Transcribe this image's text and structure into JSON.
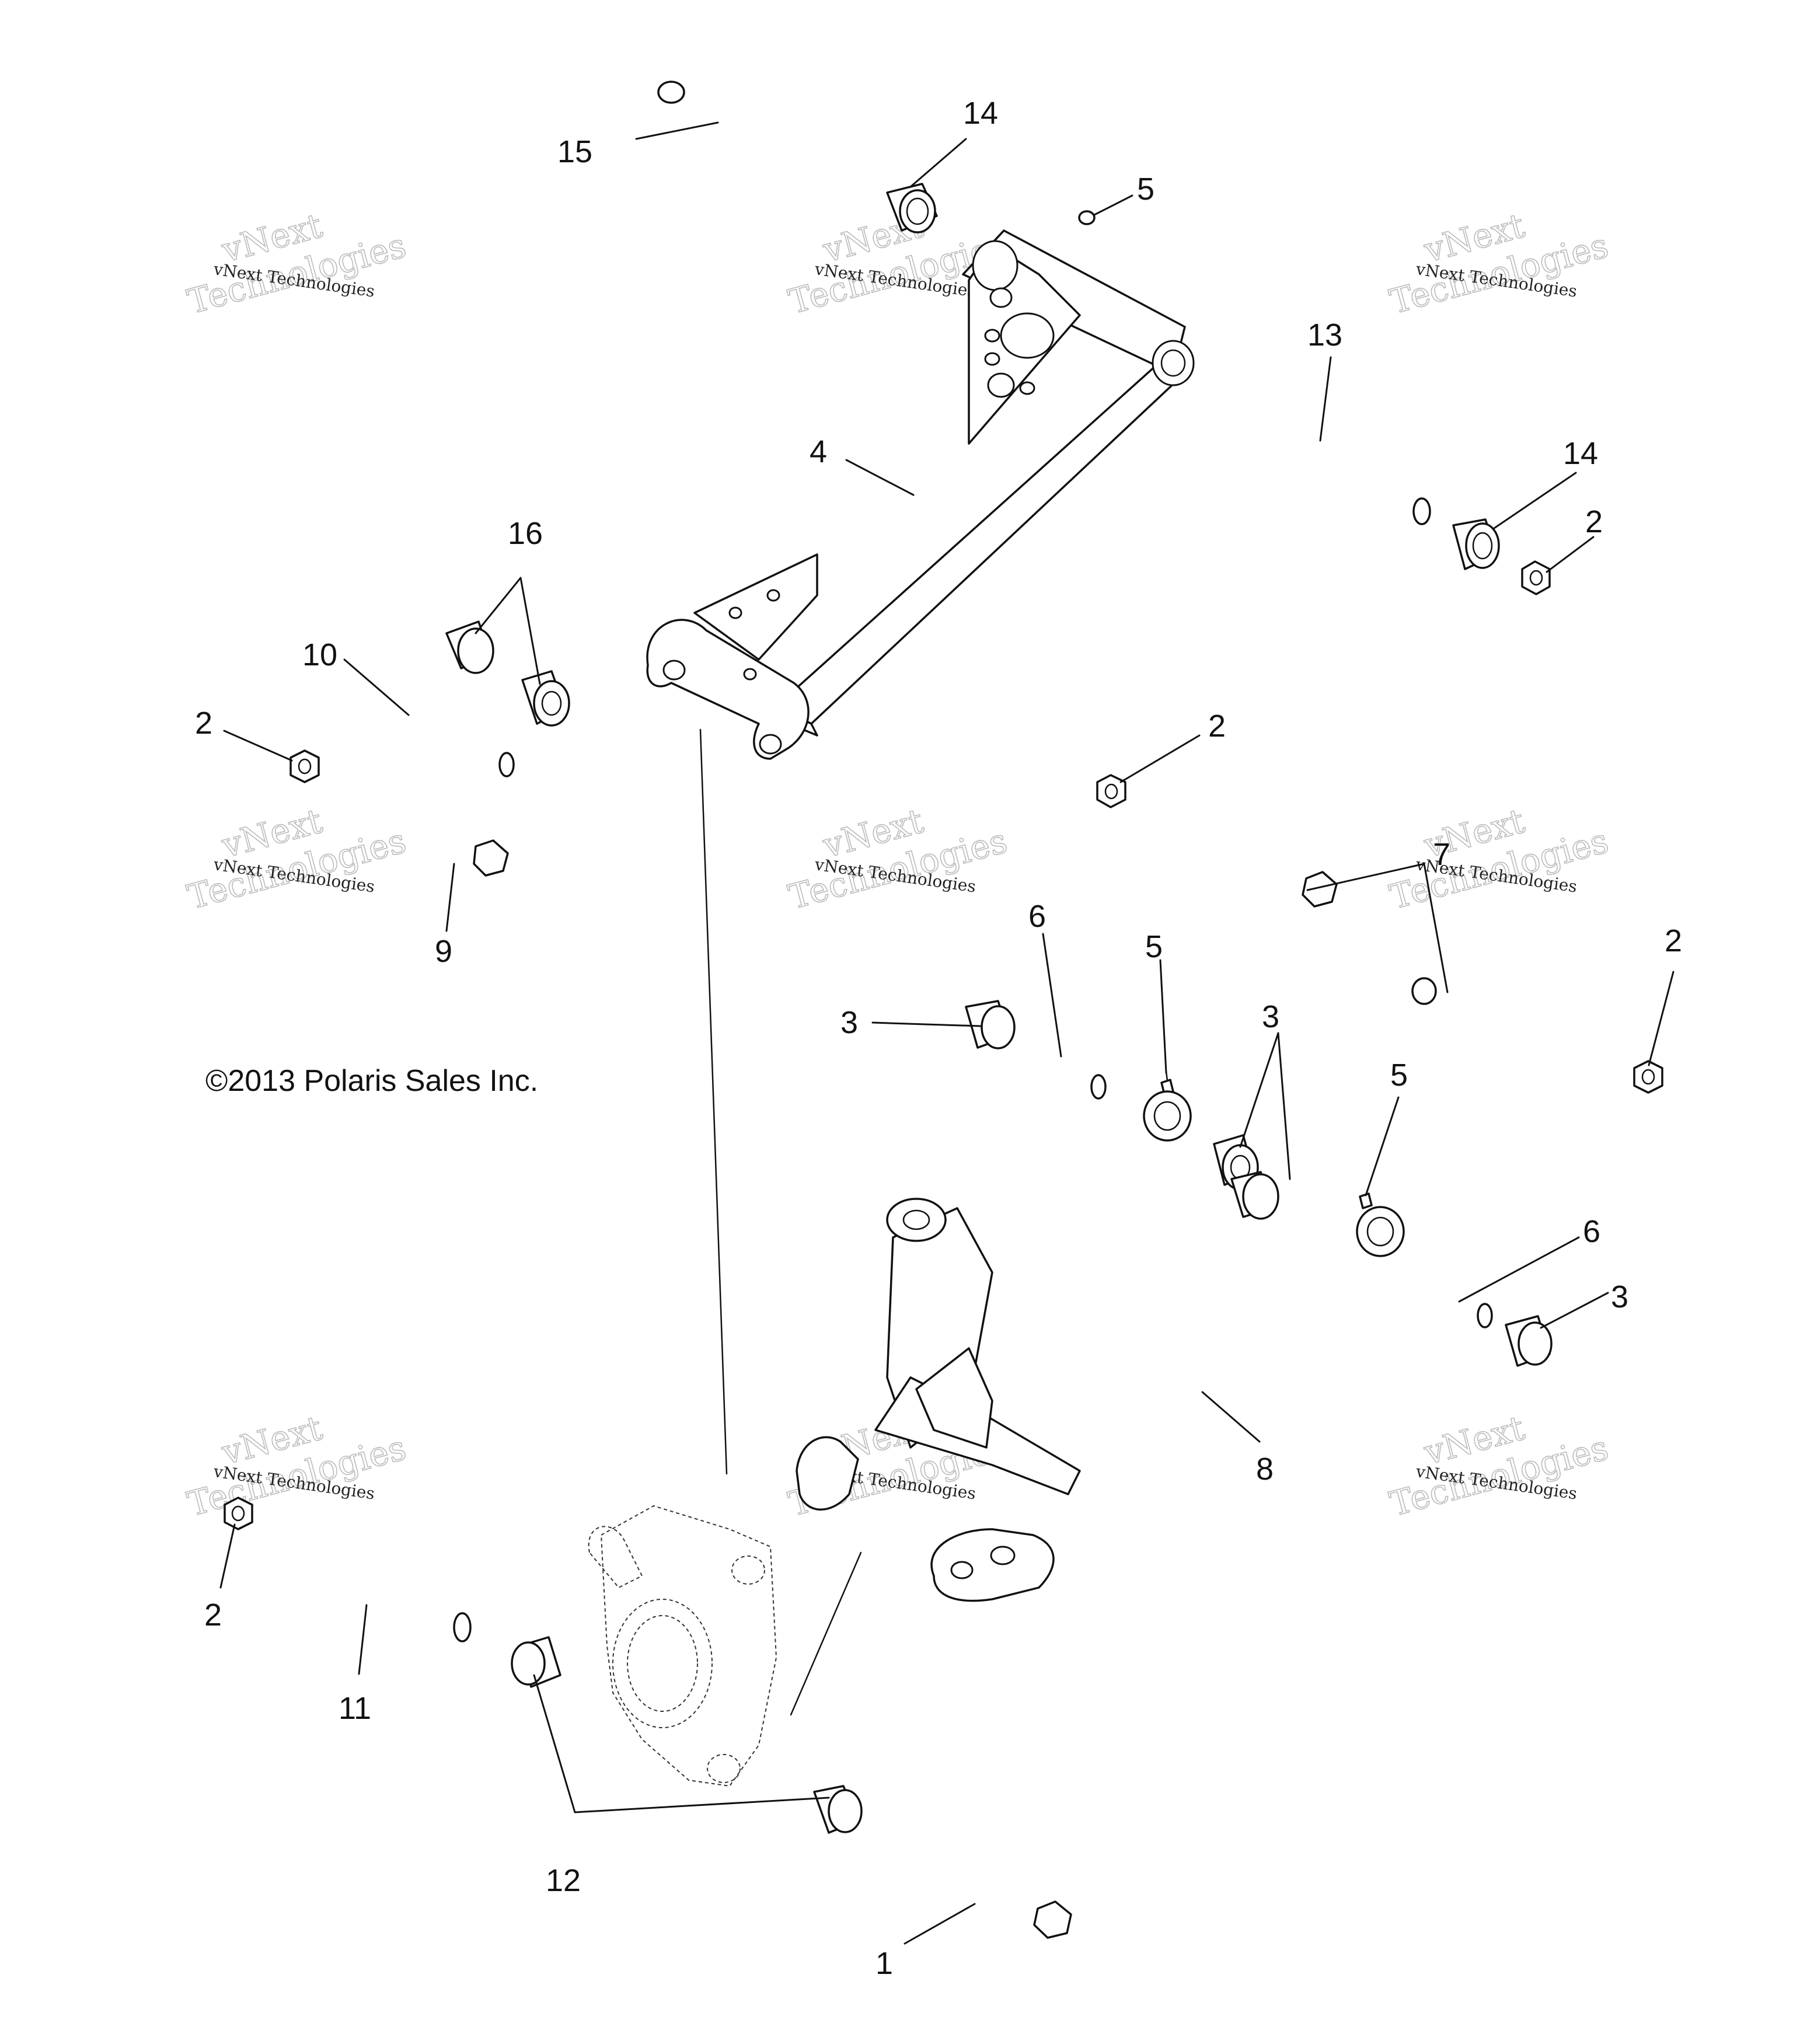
{
  "copyright": "©2013 Polaris Sales Inc.",
  "watermark": {
    "line1": "vNext",
    "line2": "Technologies",
    "small": "vNext Technologies"
  },
  "callouts": {
    "c1": "1",
    "c2a": "2",
    "c2b": "2",
    "c2c": "2",
    "c2d": "2",
    "c2e": "2",
    "c3a": "3",
    "c3b": "3",
    "c3c": "3",
    "c4": "4",
    "c5a": "5",
    "c5b": "5",
    "c5c": "5",
    "c6a": "6",
    "c6b": "6",
    "c7": "7",
    "c8": "8",
    "c9": "9",
    "c10": "10",
    "c11": "11",
    "c12": "12",
    "c13": "13",
    "c14a": "14",
    "c14b": "14",
    "c15": "15",
    "c16": "16"
  }
}
